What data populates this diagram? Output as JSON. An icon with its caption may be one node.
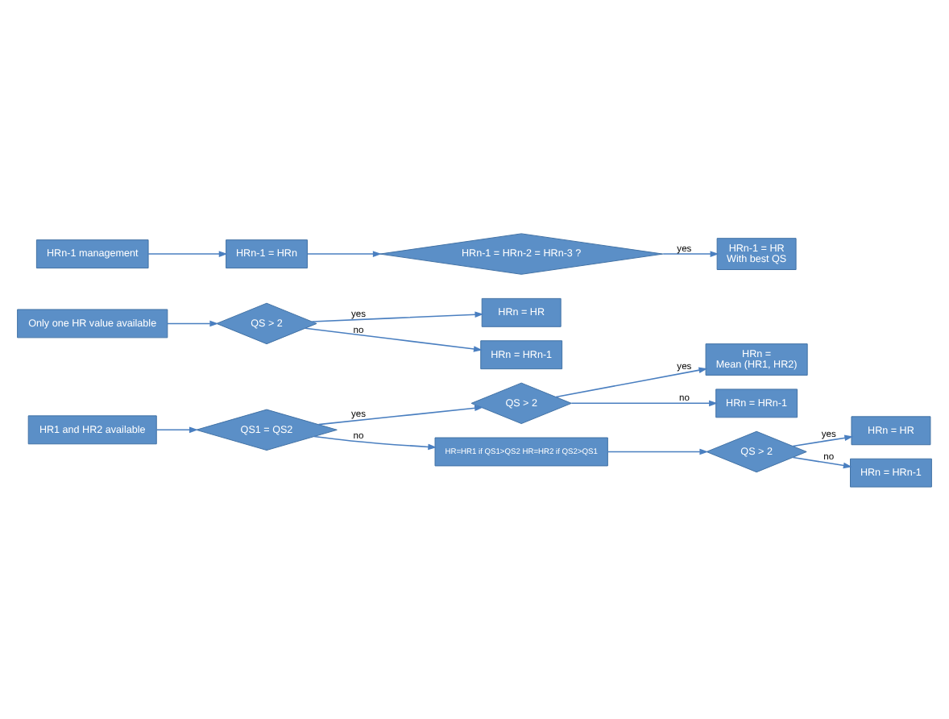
{
  "diagram": {
    "nodes": [
      {
        "text": [
          "HR1 and HR2 available"
        ]
      },
      {
        "text": [
          "QS1 = QS2"
        ]
      },
      {
        "text": [
          "QS > 2"
        ]
      },
      {
        "text": [
          "HRn =",
          "Mean (HR1, HR2)"
        ]
      },
      {
        "text": [
          "HRn = HRn-1"
        ]
      },
      {
        "text": [
          "HR=HR1 if QS1>QS2 HR=HR2 if QS2>QS1"
        ]
      },
      {
        "text": [
          "QS > 2"
        ]
      },
      {
        "text": [
          "HRn = HR"
        ]
      },
      {
        "text": [
          "HRn = HRn-1"
        ]
      },
      {
        "text": [
          "Only one HR value available"
        ]
      },
      {
        "text": [
          "QS > 2"
        ]
      },
      {
        "text": [
          "HRn = HR"
        ]
      },
      {
        "text": [
          "HRn = HRn-1"
        ]
      },
      {
        "text": [
          "HRn-1 management"
        ]
      },
      {
        "text": [
          "HRn-1 = HRn"
        ]
      },
      {
        "text": [
          "HRn-1 = HRn-2 = HRn-3 ?"
        ]
      },
      {
        "text": [
          "HRn-1 = HR",
          "With best QS"
        ]
      }
    ],
    "edges": [
      {
        "from": 0,
        "to": 1,
        "arrow": "to"
      },
      {
        "from": 1,
        "to": 2,
        "arrow": "to",
        "label": "yes"
      },
      {
        "from": 2,
        "to": 3,
        "arrow": "to",
        "label": "yes"
      },
      {
        "from": 2,
        "to": 4,
        "arrow": "to",
        "label": "no"
      },
      {
        "from": 1,
        "to": 5,
        "arrow": "to",
        "label": "no"
      },
      {
        "from": 5,
        "to": 6,
        "arrow": "to"
      },
      {
        "from": 6,
        "to": 7,
        "arrow": "to",
        "label": "yes"
      },
      {
        "from": 6,
        "to": 8,
        "arrow": "to",
        "label": "no"
      },
      {
        "from": 9,
        "to": 10,
        "arrow": "to"
      },
      {
        "from": 10,
        "to": 11,
        "arrow": "to",
        "label": "yes"
      },
      {
        "from": 10,
        "to": 12,
        "arrow": "to",
        "label": "no"
      },
      {
        "from": 13,
        "to": 14,
        "arrow": "to"
      },
      {
        "from": 14,
        "to": 15,
        "arrow": "to"
      },
      {
        "from": 15,
        "to": 16,
        "arrow": "to",
        "label": "yes"
      }
    ]
  }
}
